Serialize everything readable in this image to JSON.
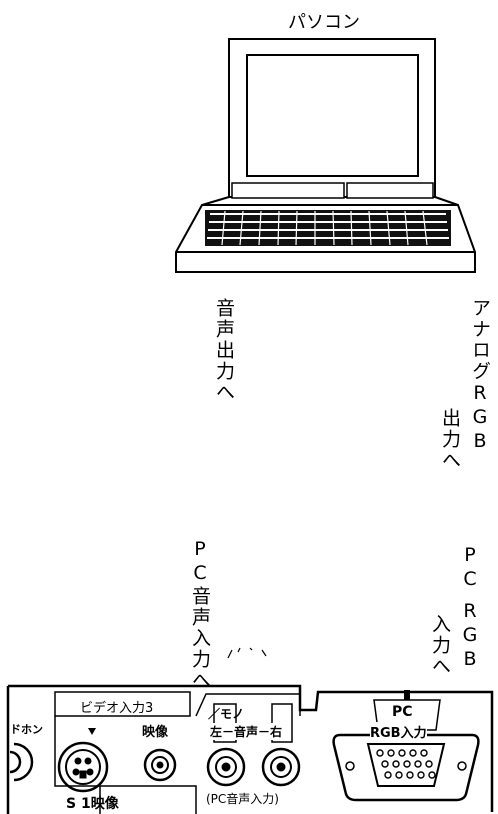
{
  "pc_label": "パソコン",
  "pc_labels": {
    "audio_out": "音声出力へ",
    "analog_rgb_1": "アナログRGB",
    "analog_rgb_2": "出力へ"
  },
  "tv_labels": {
    "pc_audio_in": "PC音声入力へ",
    "pc_rgb_1": "PC",
    "pc_rgb_2": "RGB",
    "pc_rgb_3": "入力へ"
  },
  "panel": {
    "headphone": "ドホン",
    "video_input3": "ビデオ入力3",
    "s1_video": "S 1映像",
    "video": "映像",
    "mono": "／モノ",
    "left_audio_right": "左－音声－右",
    "pc_audio_input": "(PC音声入力)",
    "pc": "PC",
    "rgb_input": "RGB入力"
  }
}
